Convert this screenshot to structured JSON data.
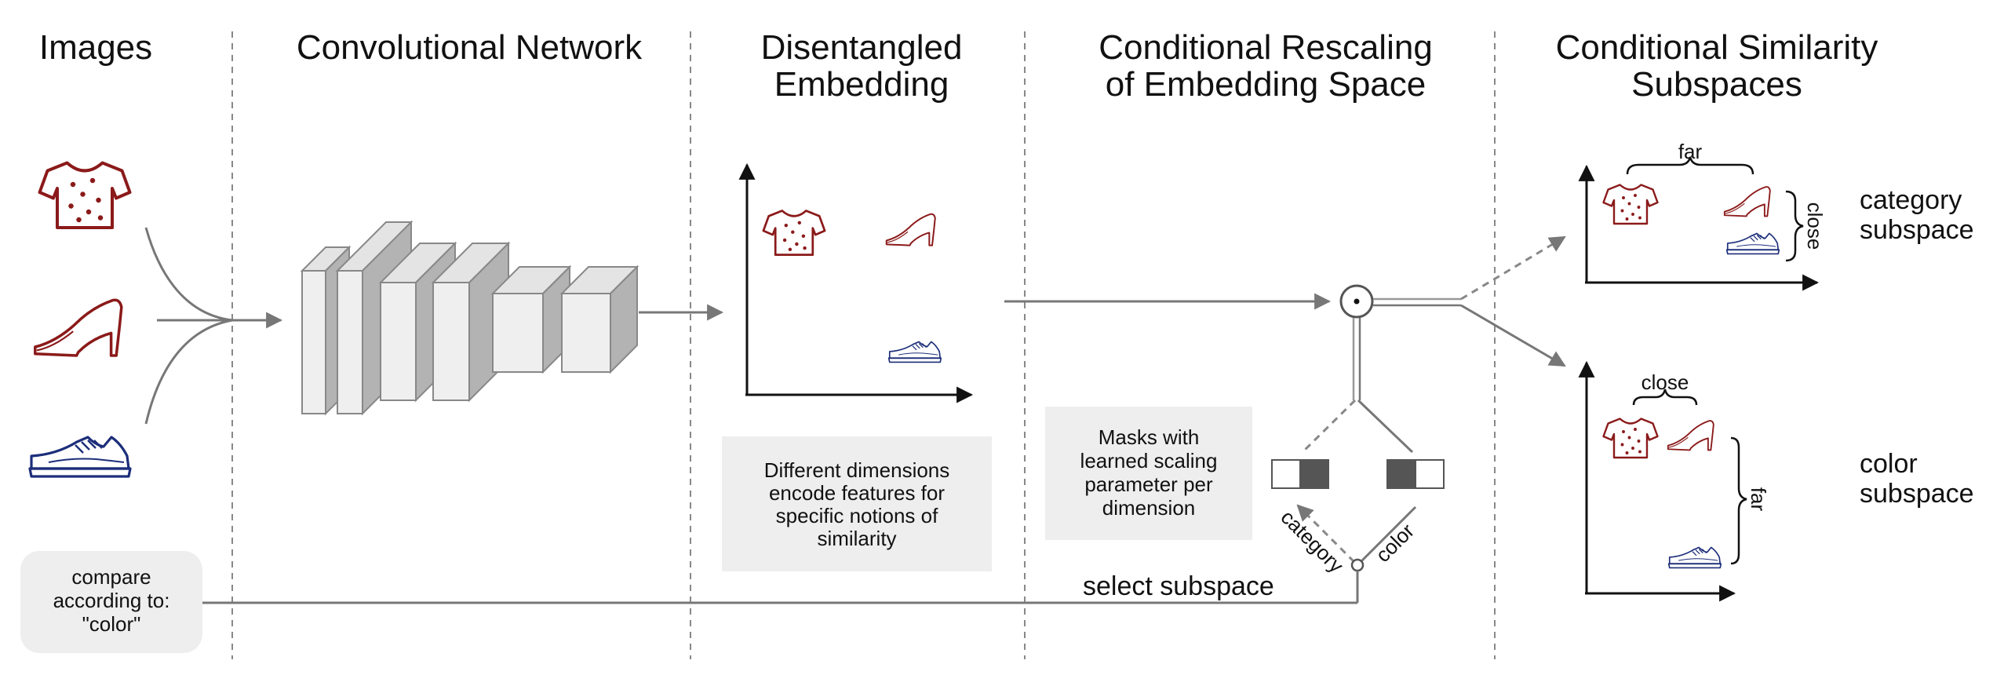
{
  "headers": {
    "images": "Images",
    "conv_net": "Convolutional Network",
    "disentangled_l1": "Disentangled",
    "disentangled_l2": "Embedding",
    "rescale_l1": "Conditional Rescaling",
    "rescale_l2": "of Embedding Space",
    "subspaces_l1": "Conditional Similarity",
    "subspaces_l2": "Subspaces"
  },
  "compare_box": {
    "line1": "compare",
    "line2": "according to:",
    "line3": "\"color\""
  },
  "embedding_note": {
    "line1": "Different dimensions",
    "line2": "encode features for",
    "line3": "specific notions of",
    "line4": "similarity"
  },
  "masks_note": {
    "line1": "Masks with",
    "line2": "learned scaling",
    "line3": "parameter per",
    "line4": "dimension"
  },
  "mask_labels": {
    "category": "category",
    "color": "color"
  },
  "select_label": "select subspace",
  "operator_symbol": "⊙",
  "category_space": {
    "far_label": "far",
    "close_label": "close",
    "name_l1": "category",
    "name_l2": "subspace"
  },
  "color_space": {
    "close_label": "close",
    "far_label": "far",
    "name_l1": "color",
    "name_l2": "subspace"
  },
  "icons": [
    "shirt-icon",
    "heel-shoe-icon",
    "sneaker-icon"
  ],
  "colors": {
    "shirt": "#8b1a1a",
    "heel": "#8b1a1a",
    "sneaker": "#1c2e7a",
    "line": "#777777",
    "box_fill": "#eeeeee",
    "mask_dark": "#555555"
  }
}
